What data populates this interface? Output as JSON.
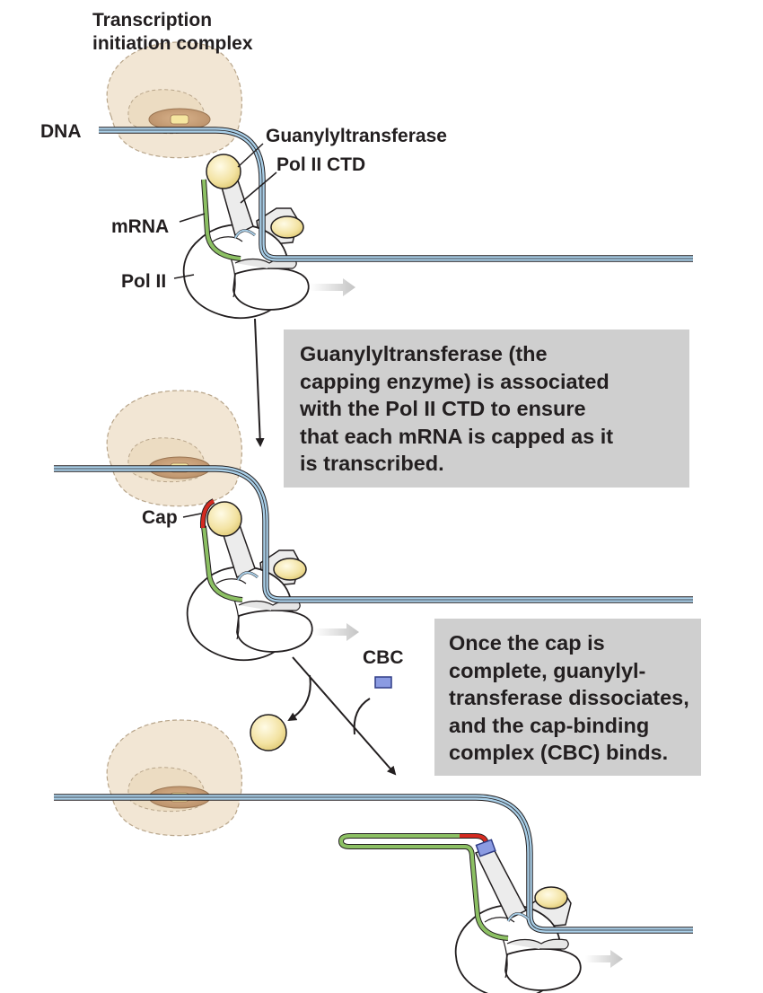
{
  "labels": {
    "complex_line1": "Transcription",
    "complex_line2": "initiation complex",
    "dna": "DNA",
    "guanylyltransferase": "Guanylyltransferase",
    "pol_ii_ctd": "Pol II CTD",
    "mrna": "mRNA",
    "pol_ii": "Pol II",
    "cap": "Cap",
    "cbc": "CBC"
  },
  "notes": {
    "step1": [
      "Guanylyltransferase (the",
      "capping enzyme) is associated",
      "with the Pol II CTD to ensure",
      "that each mRNA is capped as it",
      "is transcribed."
    ],
    "step2": [
      "Once the cap is",
      "complete, guanylyl-",
      "transferase dissociates,",
      "and the cap-binding",
      "complex (CBC) binds."
    ]
  },
  "colors": {
    "dna_strand": "#a9cfe8",
    "mrna": "#8cc063",
    "cap": "#d42a20",
    "enzyme": "#f3e3a3",
    "initiation_complex": "#f2e6d4",
    "cbc": "#8b9be2",
    "note_box": "#cfcfcf"
  }
}
